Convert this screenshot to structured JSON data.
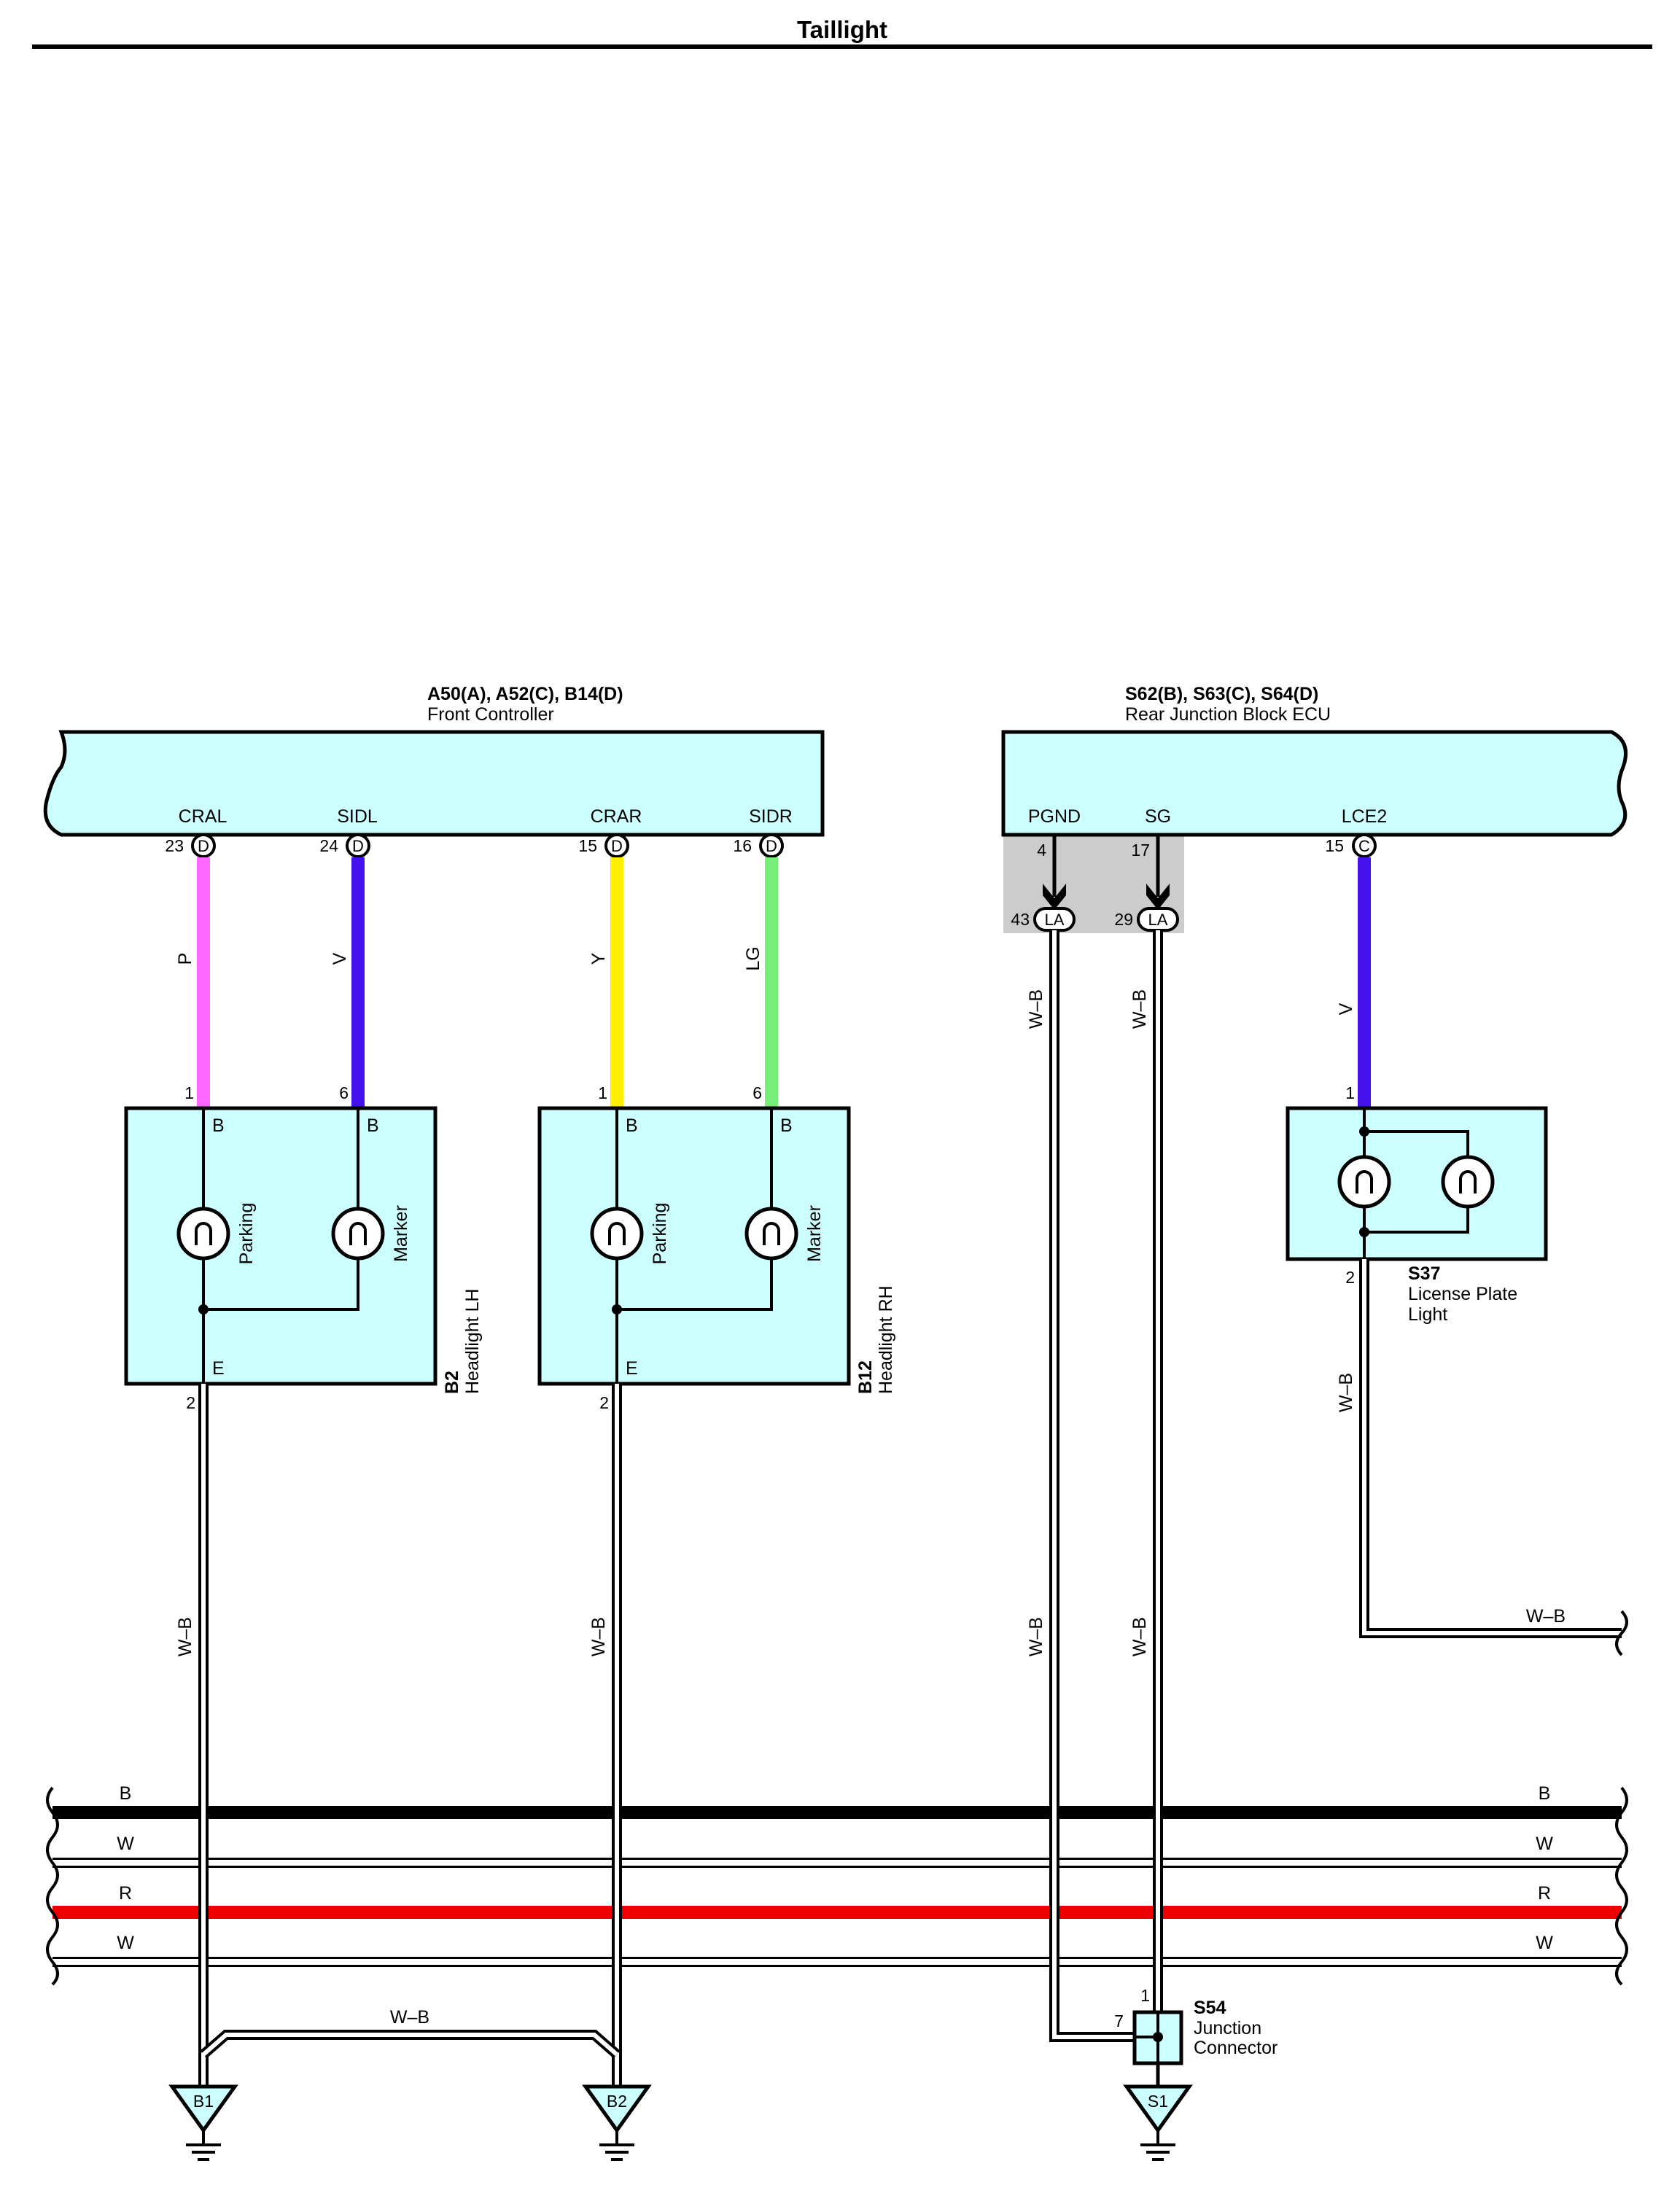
{
  "title": "Taillight",
  "colors": {
    "module_fill": "#ccffff",
    "connector_shade": "#cccccc",
    "P": "#ff66ff",
    "V": "#4411ee",
    "Y": "#ffee00",
    "LG": "#77ee77",
    "B": "#000000",
    "R": "#ee0000"
  },
  "front_controller": {
    "codes": "A50(A), A52(C), B14(D)",
    "name": "Front Controller",
    "pins": [
      {
        "signal": "CRAL",
        "pin": "23",
        "conn": "D",
        "wire": "P"
      },
      {
        "signal": "SIDL",
        "pin": "24",
        "conn": "D",
        "wire": "V"
      },
      {
        "signal": "CRAR",
        "pin": "15",
        "conn": "D",
        "wire": "Y"
      },
      {
        "signal": "SIDR",
        "pin": "16",
        "conn": "D",
        "wire": "LG"
      }
    ]
  },
  "rear_ecu": {
    "codes": "S62(B), S63(C), S64(D)",
    "name": "Rear Junction Block ECU",
    "pins": [
      {
        "signal": "PGND",
        "pin": "4",
        "inline_pin": "43",
        "inline_conn": "LA",
        "wire": "W–B"
      },
      {
        "signal": "SG",
        "pin": "17",
        "inline_pin": "29",
        "inline_conn": "LA",
        "wire": "W–B"
      },
      {
        "signal": "LCE2",
        "pin": "15",
        "conn": "C",
        "wire": "V"
      }
    ]
  },
  "headlight_lh": {
    "code": "B2",
    "name": "Headlight LH",
    "pins": {
      "left": "1",
      "right": "6",
      "bottom": "2"
    },
    "terms": {
      "left": "B",
      "right": "B",
      "bottom": "E"
    },
    "bulbs": [
      "Parking",
      "Marker"
    ],
    "ground_wire": "W–B"
  },
  "headlight_rh": {
    "code": "B12",
    "name": "Headlight RH",
    "pins": {
      "left": "1",
      "right": "6",
      "bottom": "2"
    },
    "terms": {
      "left": "B",
      "right": "B",
      "bottom": "E"
    },
    "bulbs": [
      "Parking",
      "Marker"
    ],
    "ground_wire": "W–B"
  },
  "license_plate_light": {
    "code": "S37",
    "name_line1": "License Plate",
    "name_line2": "Light",
    "pin_top": "1",
    "pin_bottom": "2",
    "wire_out": "W–B",
    "wire_branch": "W–B"
  },
  "bus_wires": [
    "B",
    "W",
    "R",
    "W"
  ],
  "ground_link_wire": "W–B",
  "junction_connector": {
    "code": "S54",
    "name_line1": "Junction",
    "name_line2": "Connector",
    "pin_top": "1",
    "pin_left": "7"
  },
  "grounds": [
    "B1",
    "B2",
    "S1"
  ]
}
